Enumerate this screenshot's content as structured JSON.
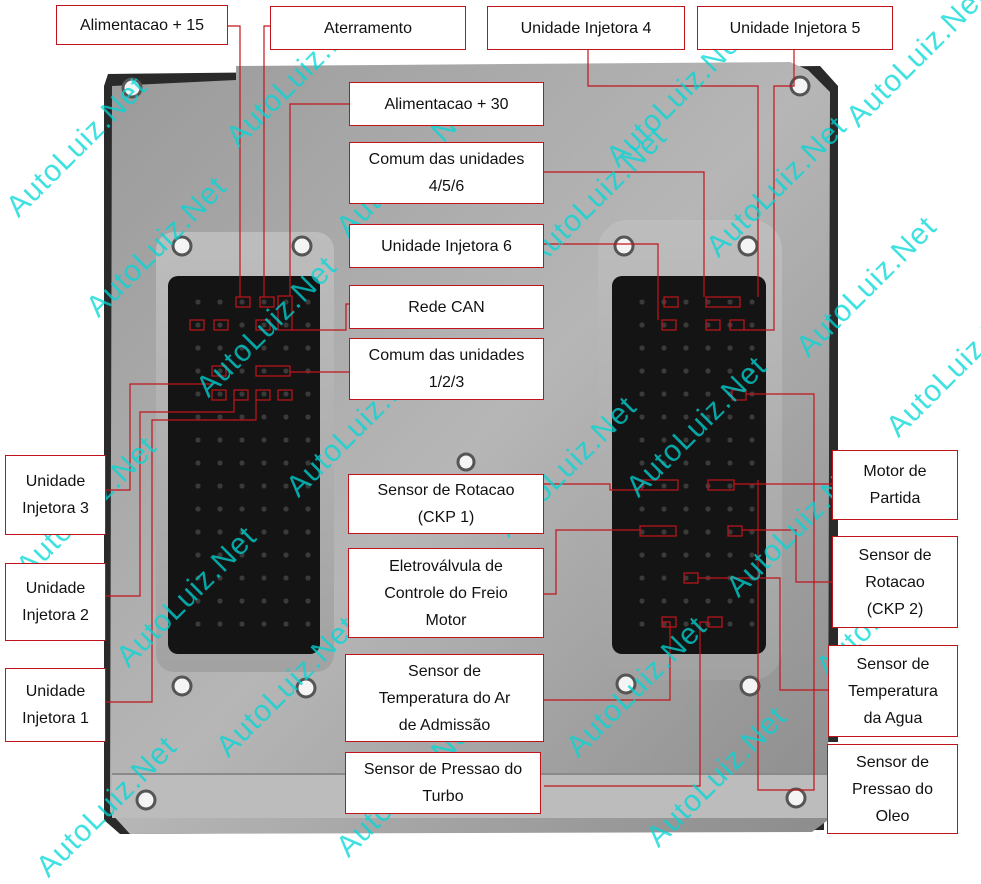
{
  "colors": {
    "callout": "#c0141c",
    "watermark": "#00d7d7"
  },
  "watermark_text": "AutoLuiz.Net",
  "labels": {
    "alimentacao15": "Alimentacao + 15",
    "aterramento": "Aterramento",
    "injetora4": "Unidade  Injetora 4",
    "injetora5": "Unidade  Injetora 5",
    "alimentacao30": "Alimentacao  + 30",
    "comum456": "Comum das unidades\n4/5/6",
    "injetora6": "Unidade  Injetora 6",
    "rede_can": "Rede CAN",
    "comum123": "Comum das unidades\n1/2/3",
    "injetora3": "Unidade\nInjetora 3",
    "injetora2": "Unidade\nInjetora 2",
    "injetora1": "Unidade\nInjetora 1",
    "ckp1": "Sensor de Rotacao\n(CKP 1)",
    "freio_motor": "Eletroválvula de\nControle do Freio\nMotor",
    "temp_ar": "Sensor de\nTemperatura do Ar\nde Admissão",
    "pressao_turbo": "Sensor de Pressao do\nTurbo",
    "motor_partida": "Motor de\nPartida",
    "ckp2": "Sensor de\nRotacao\n(CKP 2)",
    "temp_agua": "Sensor de\nTemperatura\nda Agua",
    "pressao_oleo": "Sensor de\nPressao do\nOleo"
  }
}
